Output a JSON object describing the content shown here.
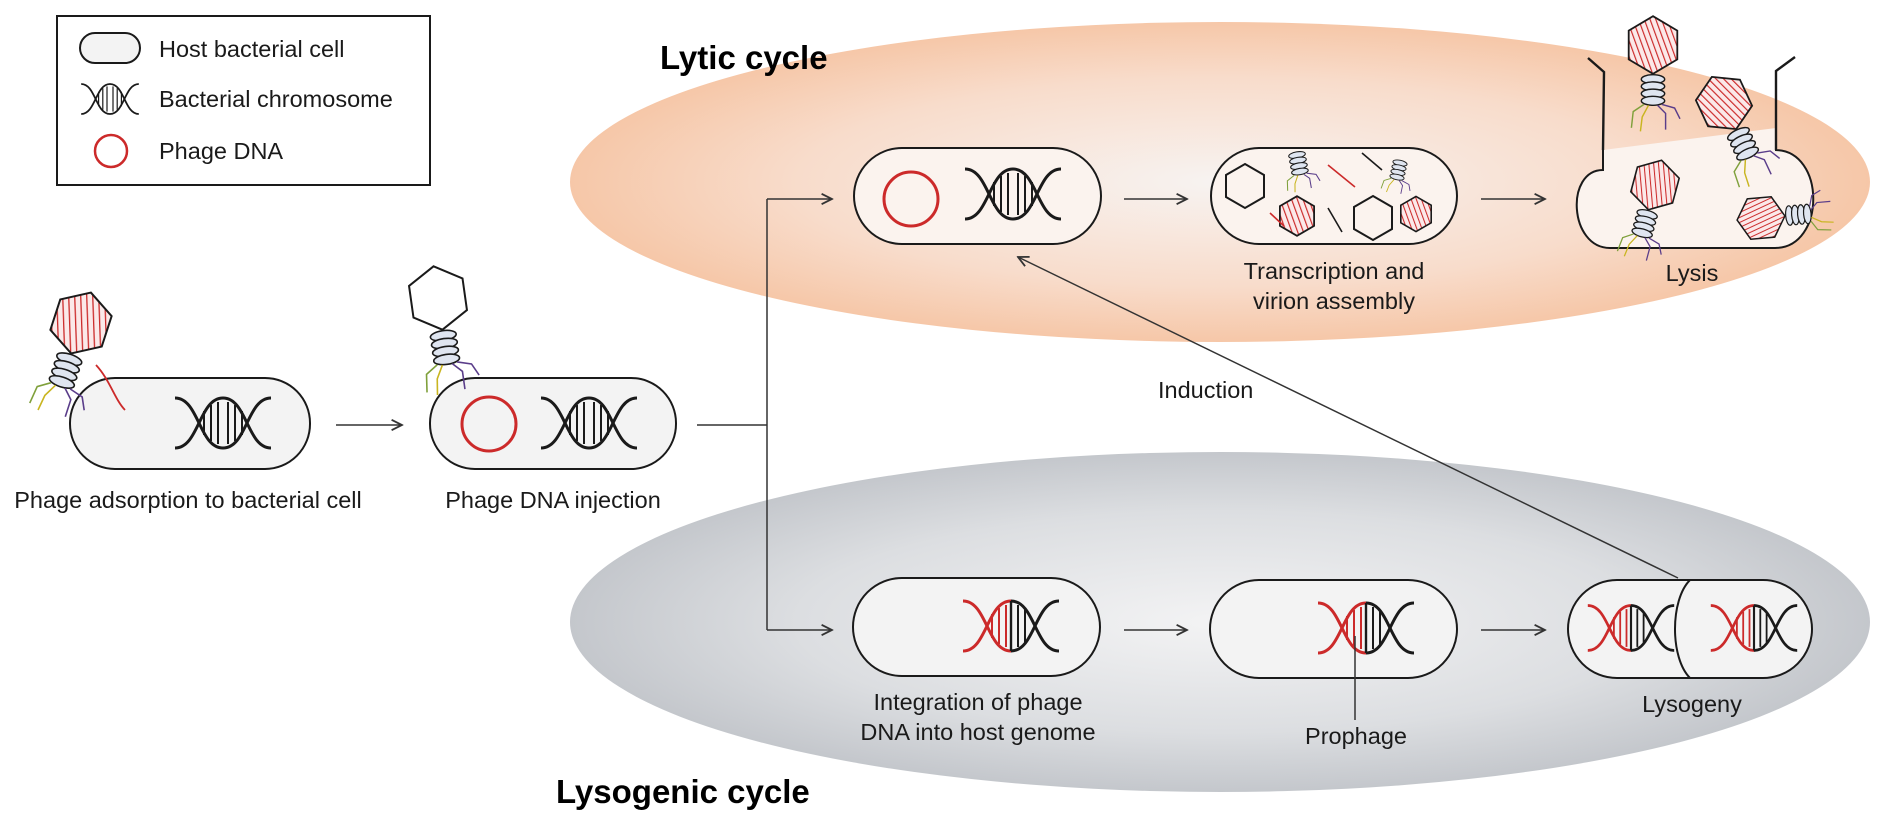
{
  "legend": {
    "items": [
      {
        "icon": "cell-icon",
        "label": "Host bacterial cell"
      },
      {
        "icon": "dna-helix-icon",
        "label": "Bacterial chromosome"
      },
      {
        "icon": "circle-dna-icon",
        "label": "Phage DNA"
      }
    ]
  },
  "titles": {
    "lytic": "Lytic cycle",
    "lysogenic": "Lysogenic cycle"
  },
  "captions": {
    "adsorption": "Phage adsorption to bacterial cell",
    "injection": "Phage DNA injection",
    "transcription_line1": "Transcription and",
    "transcription_line2": "virion assembly",
    "lysis": "Lysis",
    "induction": "Induction",
    "integration_line1": "Integration of phage",
    "integration_line2": "DNA into host genome",
    "prophage": "Prophage",
    "lysogeny": "Lysogeny"
  },
  "colors": {
    "phage_dna": "#cc2a2a",
    "lytic_zone": "#f6c7a8",
    "lysogenic_zone": "#c4c7cc",
    "cell_fill": "#f3f3f3",
    "outline": "#1a1a1a"
  }
}
